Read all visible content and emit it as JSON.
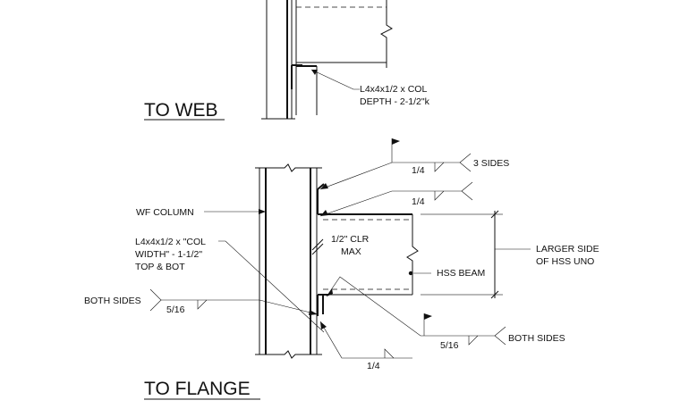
{
  "views": {
    "web": {
      "title": "TO WEB",
      "angle_note": [
        "L4x4x1/2 x COL",
        "DEPTH - 2-1/2\"k"
      ]
    },
    "flange": {
      "title": "TO FLANGE",
      "column_label": "WF COLUMN",
      "angle_note": [
        "L4x4x1/2 x \"COL",
        "WIDTH\" - 1-1/2\"",
        "TOP & BOT"
      ],
      "clearance_note": [
        "1/2\" CLR",
        "MAX"
      ],
      "beam_label": "HSS BEAM",
      "dimension_note": [
        "LARGER SIDE",
        "OF HSS UNO"
      ],
      "welds": {
        "top_size": "1/4",
        "top_tail": "3 SIDES",
        "second_size": "1/4",
        "left_size": "5/16",
        "left_tail": "BOTH SIDES",
        "right_size": "5/16",
        "right_tail": "BOTH SIDES",
        "bottom_size": "1/4"
      }
    }
  }
}
